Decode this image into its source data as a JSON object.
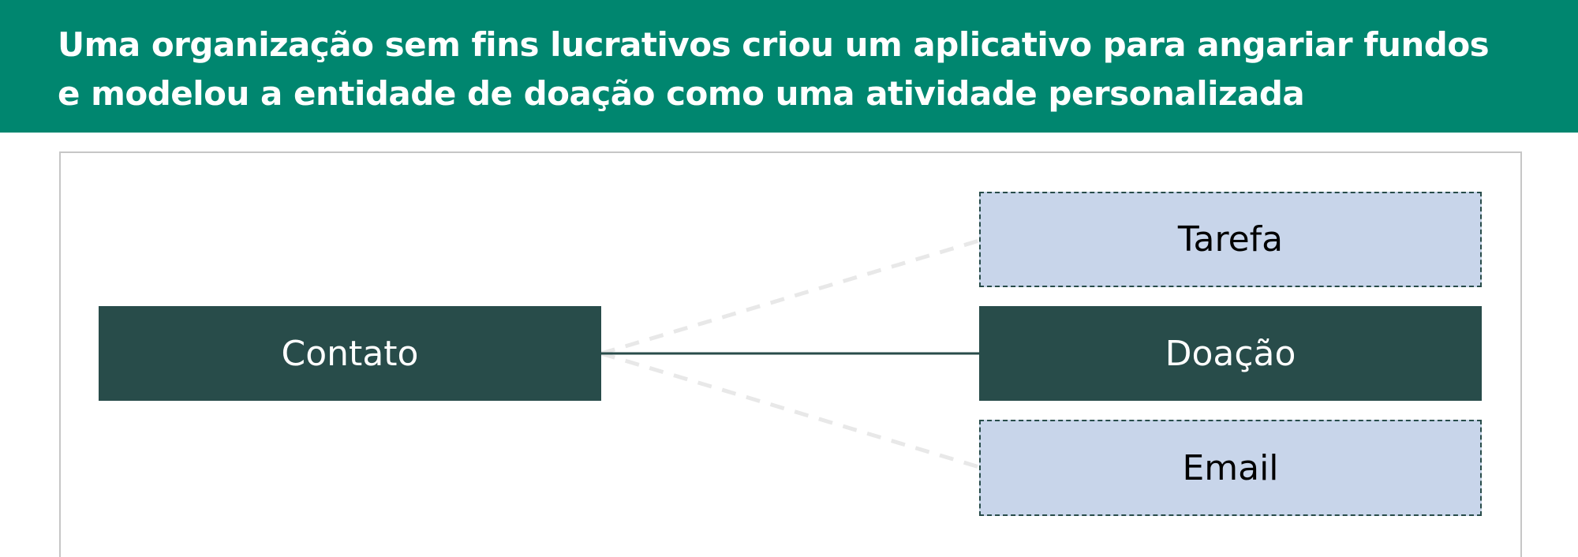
{
  "colors": {
    "header_bg": "#00866F",
    "dark_box": "#284C4A",
    "light_box": "#C8D5EA",
    "dashed_connector": "#E8E8E8",
    "frame_border": "#C6C6C6"
  },
  "header": {
    "title_line1": "Uma organização sem fins lucrativos criou um aplicativo para angariar fundos",
    "title_line2": "e modelou a entidade de doação como uma atividade personalizada"
  },
  "diagram": {
    "source": {
      "label": "Contato"
    },
    "targets": [
      {
        "label": "Tarefa",
        "style": "dashed",
        "connector": "dashed"
      },
      {
        "label": "Doação",
        "style": "solid",
        "connector": "solid"
      },
      {
        "label": "Email",
        "style": "dashed",
        "connector": "dashed"
      }
    ]
  }
}
